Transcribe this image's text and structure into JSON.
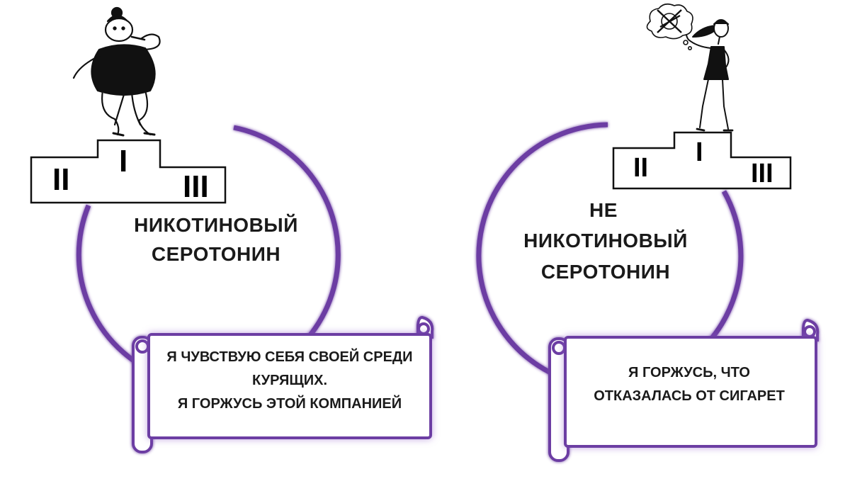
{
  "colors": {
    "accent": "#6c3ea3",
    "glow": "#a98ad6",
    "ink": "#000000"
  },
  "left": {
    "circle_lines": [
      "НИКОТИНОВЫЙ",
      "СЕРОТОНИН"
    ],
    "scroll_lines": [
      "Я ЧУВСТВУЮ СЕБЯ СВОЕЙ СРЕДИ",
      "КУРЯЩИХ.",
      "Я ГОРЖУСЬ ЭТОЙ КОМПАНИЕЙ"
    ],
    "podium": {
      "first": "I",
      "second": "II",
      "third": "III"
    },
    "figure_icon": "overweight-woman-smoking-icon"
  },
  "right": {
    "circle_lines": [
      "НЕ",
      "НИКОТИНОВЫЙ",
      "СЕРОТОНИН"
    ],
    "scroll_lines": [
      "Я ГОРЖУСЬ, ЧТО",
      "ОТКАЗАЛАСЬ ОТ СИГАРЕТ"
    ],
    "podium": {
      "first": "I",
      "second": "II",
      "third": "III"
    },
    "figure_icon": "slim-woman-icon",
    "thought_icon": "crossed-cigarette-thought-icon"
  }
}
